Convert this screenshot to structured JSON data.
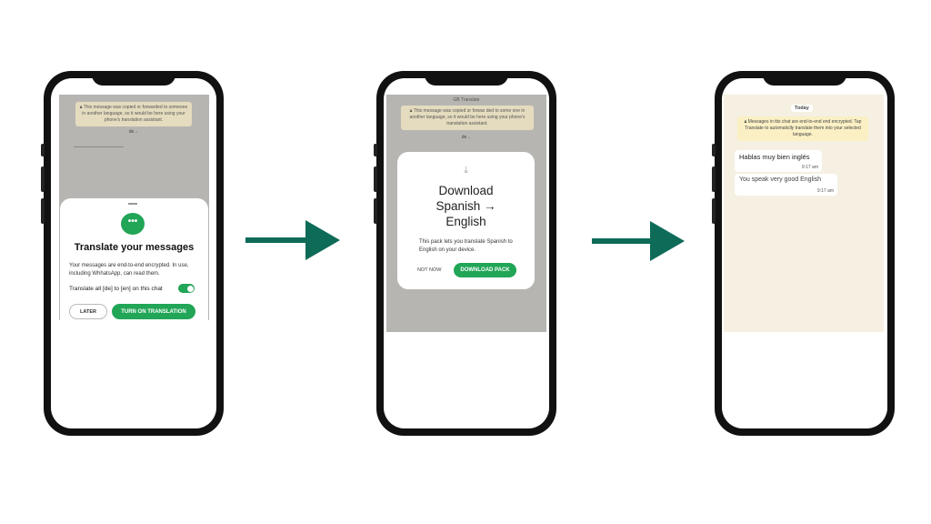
{
  "phone1": {
    "banner": "This message was copied or forwarded to someone in another language, so it would be here using your phone's translation assistant.",
    "sender": "de→",
    "sheet": {
      "title": "Translate your messages",
      "body": "Your messages are end-to-end encrypted. In use, including WhhatsApp, can read them.",
      "toggle_label": "Translate all [de] to [en] on this chat",
      "toggle_on": true,
      "later": "LATER",
      "turn_on": "TURN ON TRANSLATION"
    }
  },
  "phone2": {
    "header": "GB Translate",
    "banner": "This message was copied or forwar ded to some one in another language, so it would be here using your phone's translation assistant.",
    "sender": "de→",
    "dialog": {
      "title": "Download Spanish → English",
      "body": "This pack lets you translate Spanish to English on your device.",
      "not_now": "NOT NOW",
      "download": "DOWNLOAD PACK"
    }
  },
  "phone3": {
    "date": "Today",
    "banner": "Messages in ttis chat are end-to-end end encrypted. Tap Translate to automaticlly translate them into your selected language.",
    "messages": [
      {
        "text": "Hablas muy bien inglés",
        "time": "9:17 am"
      },
      {
        "text": "You speak very good English",
        "time": "9:17 am"
      }
    ]
  },
  "colors": {
    "arrow": "#0e6b58",
    "accent": "#21a556"
  }
}
